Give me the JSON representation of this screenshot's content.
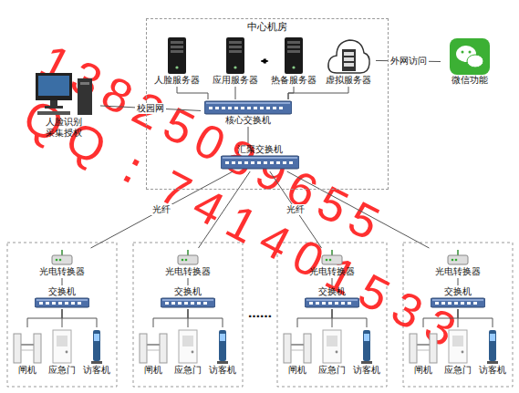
{
  "diagram": {
    "nodes": [
      {
        "text": [
          "中心机房"
        ]
      },
      {
        "text": [
          "人脸服务器"
        ],
        "in": 0
      },
      {
        "text": [
          "应用服务器"
        ],
        "in": 0
      },
      {
        "text": [
          "热备服务器"
        ],
        "in": 0
      },
      {
        "text": [
          "虚拟服务器"
        ],
        "in": 0
      },
      {
        "text": [
          "核心交换机"
        ],
        "in": 0
      },
      {
        "text": [
          "汇聚交换机"
        ],
        "in": 0
      },
      {
        "text": [
          "微信功能"
        ]
      },
      {
        "text": [
          "人脸识别 采集授权"
        ]
      },
      {
        "text": [
          "光电转换器"
        ]
      },
      {
        "text": [
          "交换机"
        ]
      },
      {
        "text": [
          "闸机"
        ]
      },
      {
        "text": [
          "应急门"
        ]
      },
      {
        "text": [
          "访客机"
        ]
      },
      {
        "text": [
          "光电转换器"
        ]
      },
      {
        "text": [
          "交换机"
        ]
      },
      {
        "text": [
          "闸机"
        ]
      },
      {
        "text": [
          "应急门"
        ]
      },
      {
        "text": [
          "访客机"
        ]
      },
      {
        "text": [
          "光电转换器"
        ]
      },
      {
        "text": [
          "交换机"
        ]
      },
      {
        "text": [
          "闸机"
        ]
      },
      {
        "text": [
          "应急门"
        ]
      },
      {
        "text": [
          "访客机"
        ]
      },
      {
        "text": [
          "光电转换器"
        ]
      },
      {
        "text": [
          "交换机"
        ]
      },
      {
        "text": [
          "闸机"
        ]
      },
      {
        "text": [
          "应急门"
        ]
      },
      {
        "text": [
          "访客机"
        ]
      }
    ],
    "edges": [
      {
        "from": 1,
        "to": 5,
        "arrow": "none"
      },
      {
        "from": 2,
        "to": 5,
        "arrow": "none"
      },
      {
        "from": 3,
        "to": 5,
        "arrow": "none"
      },
      {
        "from": 4,
        "to": 5,
        "arrow": "none"
      },
      {
        "from": 2,
        "to": 3,
        "arrow": "both"
      },
      {
        "from": 4,
        "to": 7,
        "label": "外网访问",
        "arrow": "none"
      },
      {
        "from": 8,
        "to": 5,
        "label": "校园网",
        "arrow": "none"
      },
      {
        "from": 5,
        "to": 6,
        "arrow": "none"
      },
      {
        "from": 6,
        "to": 9,
        "label": "光纤",
        "arrow": "none"
      },
      {
        "from": 6,
        "to": 14,
        "arrow": "none"
      },
      {
        "from": 6,
        "to": 19,
        "label": "光纤",
        "arrow": "none"
      },
      {
        "from": 6,
        "to": 24,
        "arrow": "none"
      },
      {
        "from": 9,
        "to": 10,
        "arrow": "none"
      },
      {
        "from": 10,
        "to": 11,
        "arrow": "none"
      },
      {
        "from": 10,
        "to": 12,
        "arrow": "none"
      },
      {
        "from": 10,
        "to": 13,
        "arrow": "none"
      },
      {
        "from": 14,
        "to": 15,
        "arrow": "none"
      },
      {
        "from": 15,
        "to": 16,
        "arrow": "none"
      },
      {
        "from": 15,
        "to": 17,
        "arrow": "none"
      },
      {
        "from": 15,
        "to": 18,
        "arrow": "none"
      },
      {
        "from": 19,
        "to": 20,
        "arrow": "none"
      },
      {
        "from": 20,
        "to": 21,
        "arrow": "none"
      },
      {
        "from": 20,
        "to": 22,
        "arrow": "none"
      },
      {
        "from": 20,
        "to": 23,
        "arrow": "none"
      },
      {
        "from": 24,
        "to": 25,
        "arrow": "none"
      },
      {
        "from": 25,
        "to": 26,
        "arrow": "none"
      },
      {
        "from": 25,
        "to": 27,
        "arrow": "none"
      },
      {
        "from": 25,
        "to": 28,
        "arrow": "none"
      }
    ],
    "labels": [
      "……",
      "13825089655",
      "QQ：741401533"
    ]
  }
}
